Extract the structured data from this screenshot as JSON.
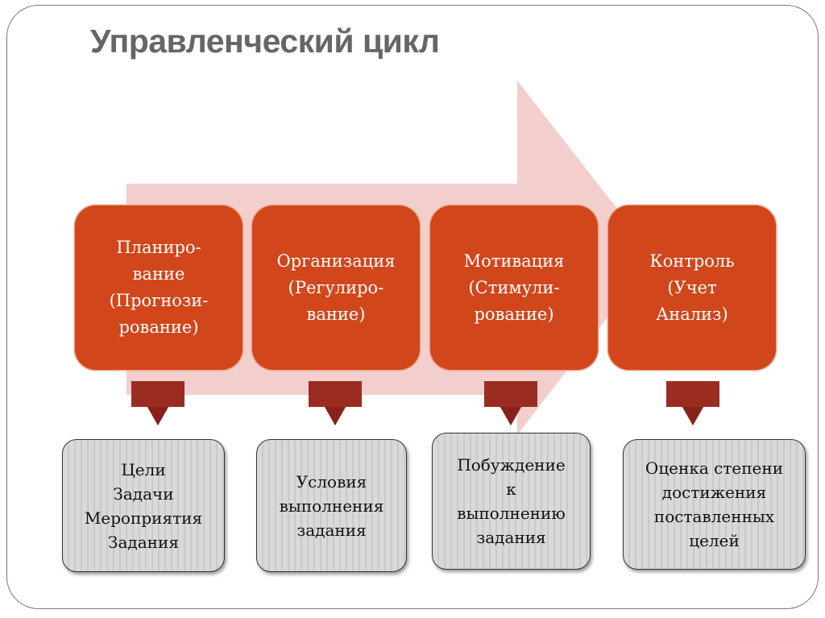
{
  "title": "Управленческий цикл",
  "colors": {
    "stage": "#d2461b",
    "arrow": "#9b2c22",
    "background_arrow": "#f2cfcc"
  },
  "stages": [
    {
      "label": "Планиро-\nвание\n(Прогнози-\nрование)",
      "detail": "Цели\nЗадачи\nМероприятия\nЗадания"
    },
    {
      "label": "Организация\n(Регулиро-\nвание)",
      "detail": "Условия\nвыполнения\nзадания"
    },
    {
      "label": "Мотивация\n(Стимули-\nрование)",
      "detail": "Побуждение\nк\nвыполнению\nзадания"
    },
    {
      "label": "Контроль\n(Учет\nАнализ)",
      "detail": "Оценка степени\nдостижения\nпоставленных\nцелей"
    }
  ]
}
